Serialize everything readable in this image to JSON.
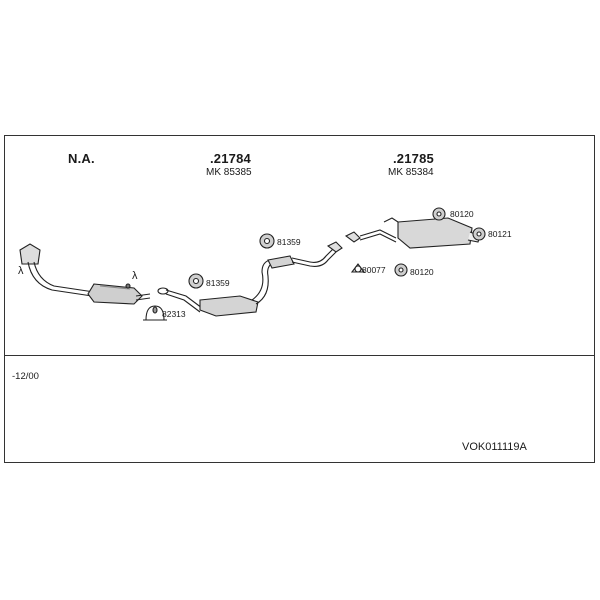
{
  "groups": [
    {
      "part_no": "N.A.",
      "mk": ""
    },
    {
      "part_no": ".21784",
      "mk": "MK 85385"
    },
    {
      "part_no": ".21785",
      "mk": "MK 85384"
    }
  ],
  "parts": {
    "clamp_82313": "82313",
    "mount_81359_a": "81359",
    "mount_81359_b": "81359",
    "ring_80077": "80077",
    "mount_80120_a": "80120",
    "mount_80120_b": "80120",
    "mount_80121": "80121"
  },
  "lambda_symbol": "λ",
  "footer": {
    "date": "-12/00",
    "kit_code": "VOK011119A"
  }
}
